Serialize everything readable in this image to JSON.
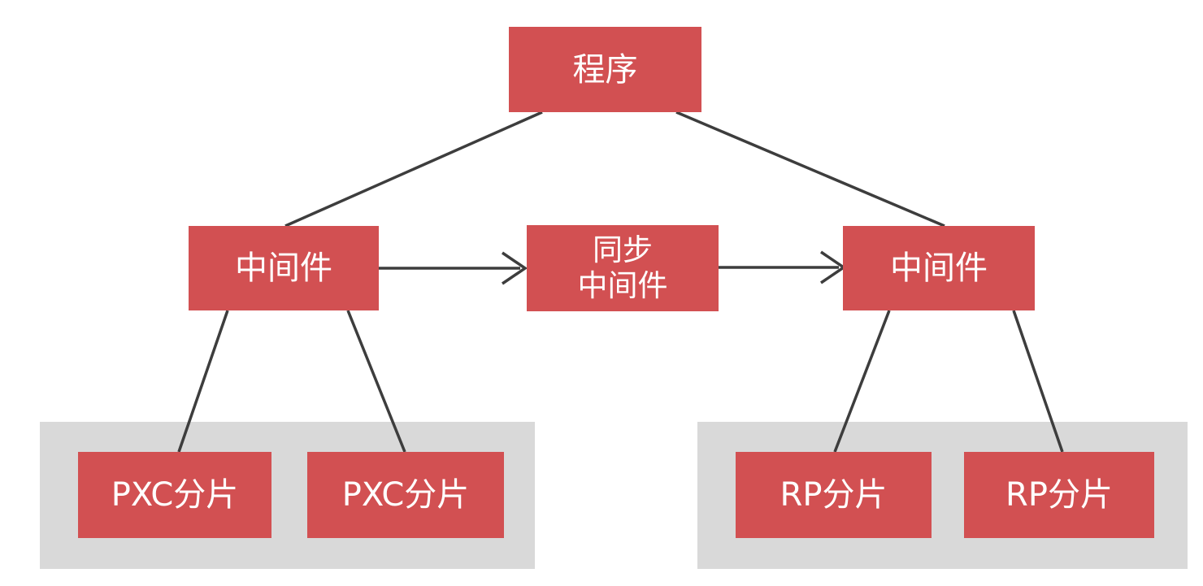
{
  "diagram": {
    "type": "architecture-tree",
    "nodes": {
      "program": {
        "label": "程序"
      },
      "middleware_left": {
        "label": "中间件"
      },
      "sync_middleware": {
        "label": "同步\n中间件"
      },
      "middleware_right": {
        "label": "中间件"
      },
      "pxc_shard_1": {
        "label": "PXC分片"
      },
      "pxc_shard_2": {
        "label": "PXC分片"
      },
      "rp_shard_1": {
        "label": "RP分片"
      },
      "rp_shard_2": {
        "label": "RP分片"
      }
    },
    "groups": {
      "pxc_cluster": {
        "contains": [
          "pxc_shard_1",
          "pxc_shard_2"
        ]
      },
      "rp_cluster": {
        "contains": [
          "rp_shard_1",
          "rp_shard_2"
        ]
      }
    },
    "edges": [
      {
        "from": "program",
        "to": "middleware_left",
        "style": "plain-line"
      },
      {
        "from": "program",
        "to": "middleware_right",
        "style": "plain-line"
      },
      {
        "from": "middleware_left",
        "to": "sync_middleware",
        "style": "arrow-right"
      },
      {
        "from": "sync_middleware",
        "to": "middleware_right",
        "style": "arrow-right"
      },
      {
        "from": "middleware_left",
        "to": "pxc_shard_1",
        "style": "plain-line"
      },
      {
        "from": "middleware_left",
        "to": "pxc_shard_2",
        "style": "plain-line"
      },
      {
        "from": "middleware_right",
        "to": "rp_shard_1",
        "style": "plain-line"
      },
      {
        "from": "middleware_right",
        "to": "rp_shard_2",
        "style": "plain-line"
      }
    ],
    "colors": {
      "node_fill": "#d25052",
      "node_text": "#ffffff",
      "panel_fill": "#d9d9d9",
      "connector": "#3d3d3d",
      "background": "#ffffff"
    }
  }
}
